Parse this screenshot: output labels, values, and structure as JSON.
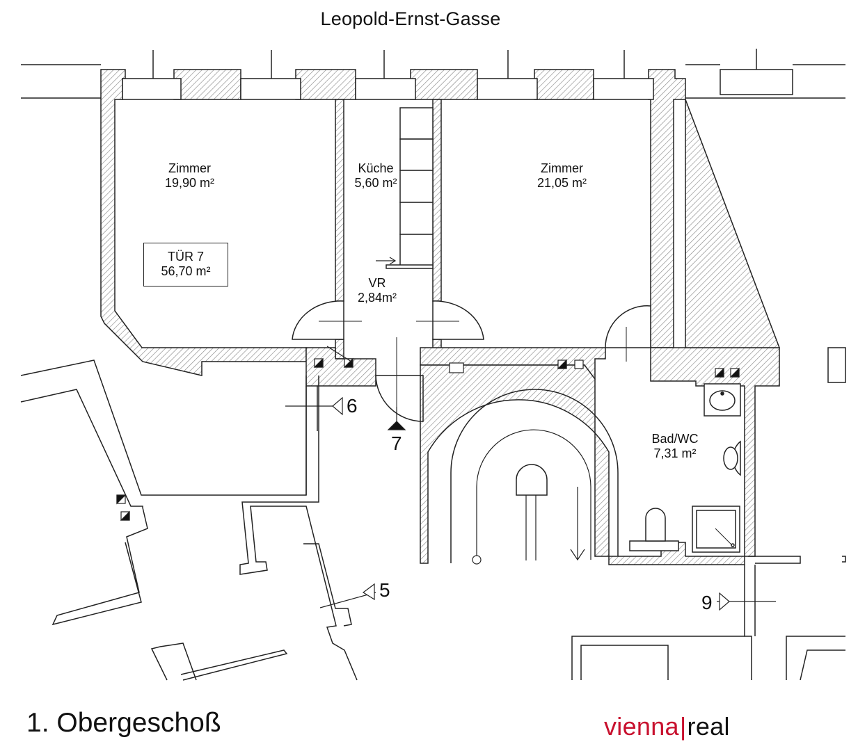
{
  "plan": {
    "street": "Leopold-Ernst-Gasse",
    "floor_label": "1. Obergeschoß",
    "unit": {
      "name": "TÜR 7",
      "area": "56,70 m²"
    },
    "rooms": [
      {
        "name": "Zimmer",
        "area": "19,90 m²"
      },
      {
        "name": "Küche",
        "area": "5,60 m²"
      },
      {
        "name": "Zimmer",
        "area": "21,05 m²"
      },
      {
        "name": "VR",
        "area": "2,84m²"
      },
      {
        "name": "Bad/WC",
        "area": "7,31 m²"
      }
    ],
    "markers": {
      "m6": "6",
      "m7": "7",
      "m5": "5",
      "m9": "9"
    }
  },
  "brand": {
    "part1": "vienna",
    "separator": "|",
    "part2": "real",
    "accent_color": "#c8102e"
  }
}
